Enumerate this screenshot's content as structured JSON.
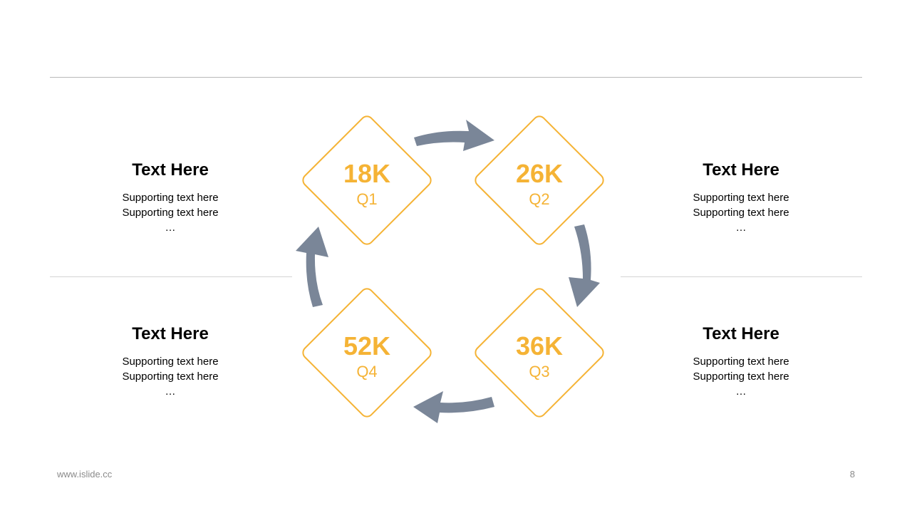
{
  "colors": {
    "accent": "#F5B335",
    "arrow": "#7A8698",
    "rule": "#B8B8B8"
  },
  "blocks": [
    {
      "title": "Text Here",
      "line1": "Supporting text here",
      "line2": "Supporting text here",
      "ellipsis": "…"
    },
    {
      "title": "Text Here",
      "line1": "Supporting text here",
      "line2": "Supporting text here",
      "ellipsis": "…"
    },
    {
      "title": "Text Here",
      "line1": "Supporting text here",
      "line2": "Supporting text here",
      "ellipsis": "…"
    },
    {
      "title": "Text Here",
      "line1": "Supporting text here",
      "line2": "Supporting text here",
      "ellipsis": "…"
    }
  ],
  "quarters": [
    {
      "value": "18K",
      "label": "Q1"
    },
    {
      "value": "26K",
      "label": "Q2"
    },
    {
      "value": "36K",
      "label": "Q3"
    },
    {
      "value": "52K",
      "label": "Q4"
    }
  ],
  "footer": {
    "url": "www.islide.cc",
    "page": "8"
  }
}
